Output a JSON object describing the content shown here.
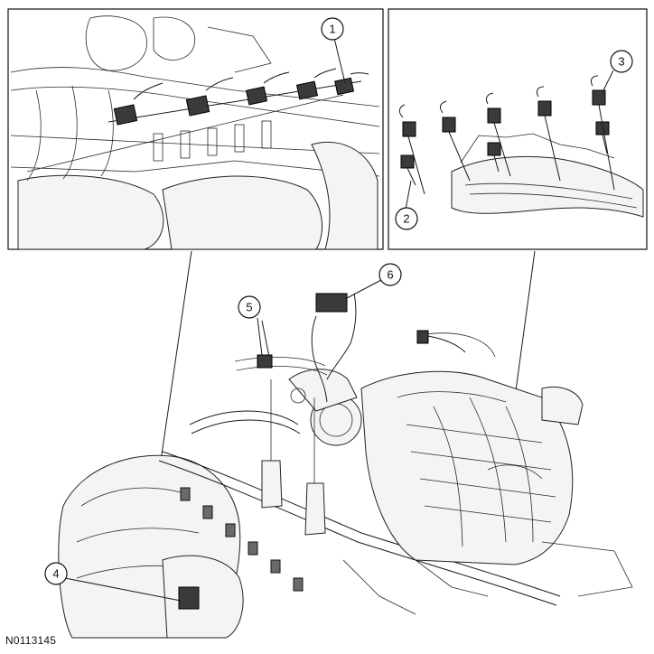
{
  "figure": {
    "id": "N0113145",
    "callouts": [
      "1",
      "2",
      "3",
      "4",
      "5",
      "6"
    ]
  },
  "colors": {
    "line": "#1a1a1a",
    "background": "#ffffff",
    "connector": "#3a3a3a"
  }
}
